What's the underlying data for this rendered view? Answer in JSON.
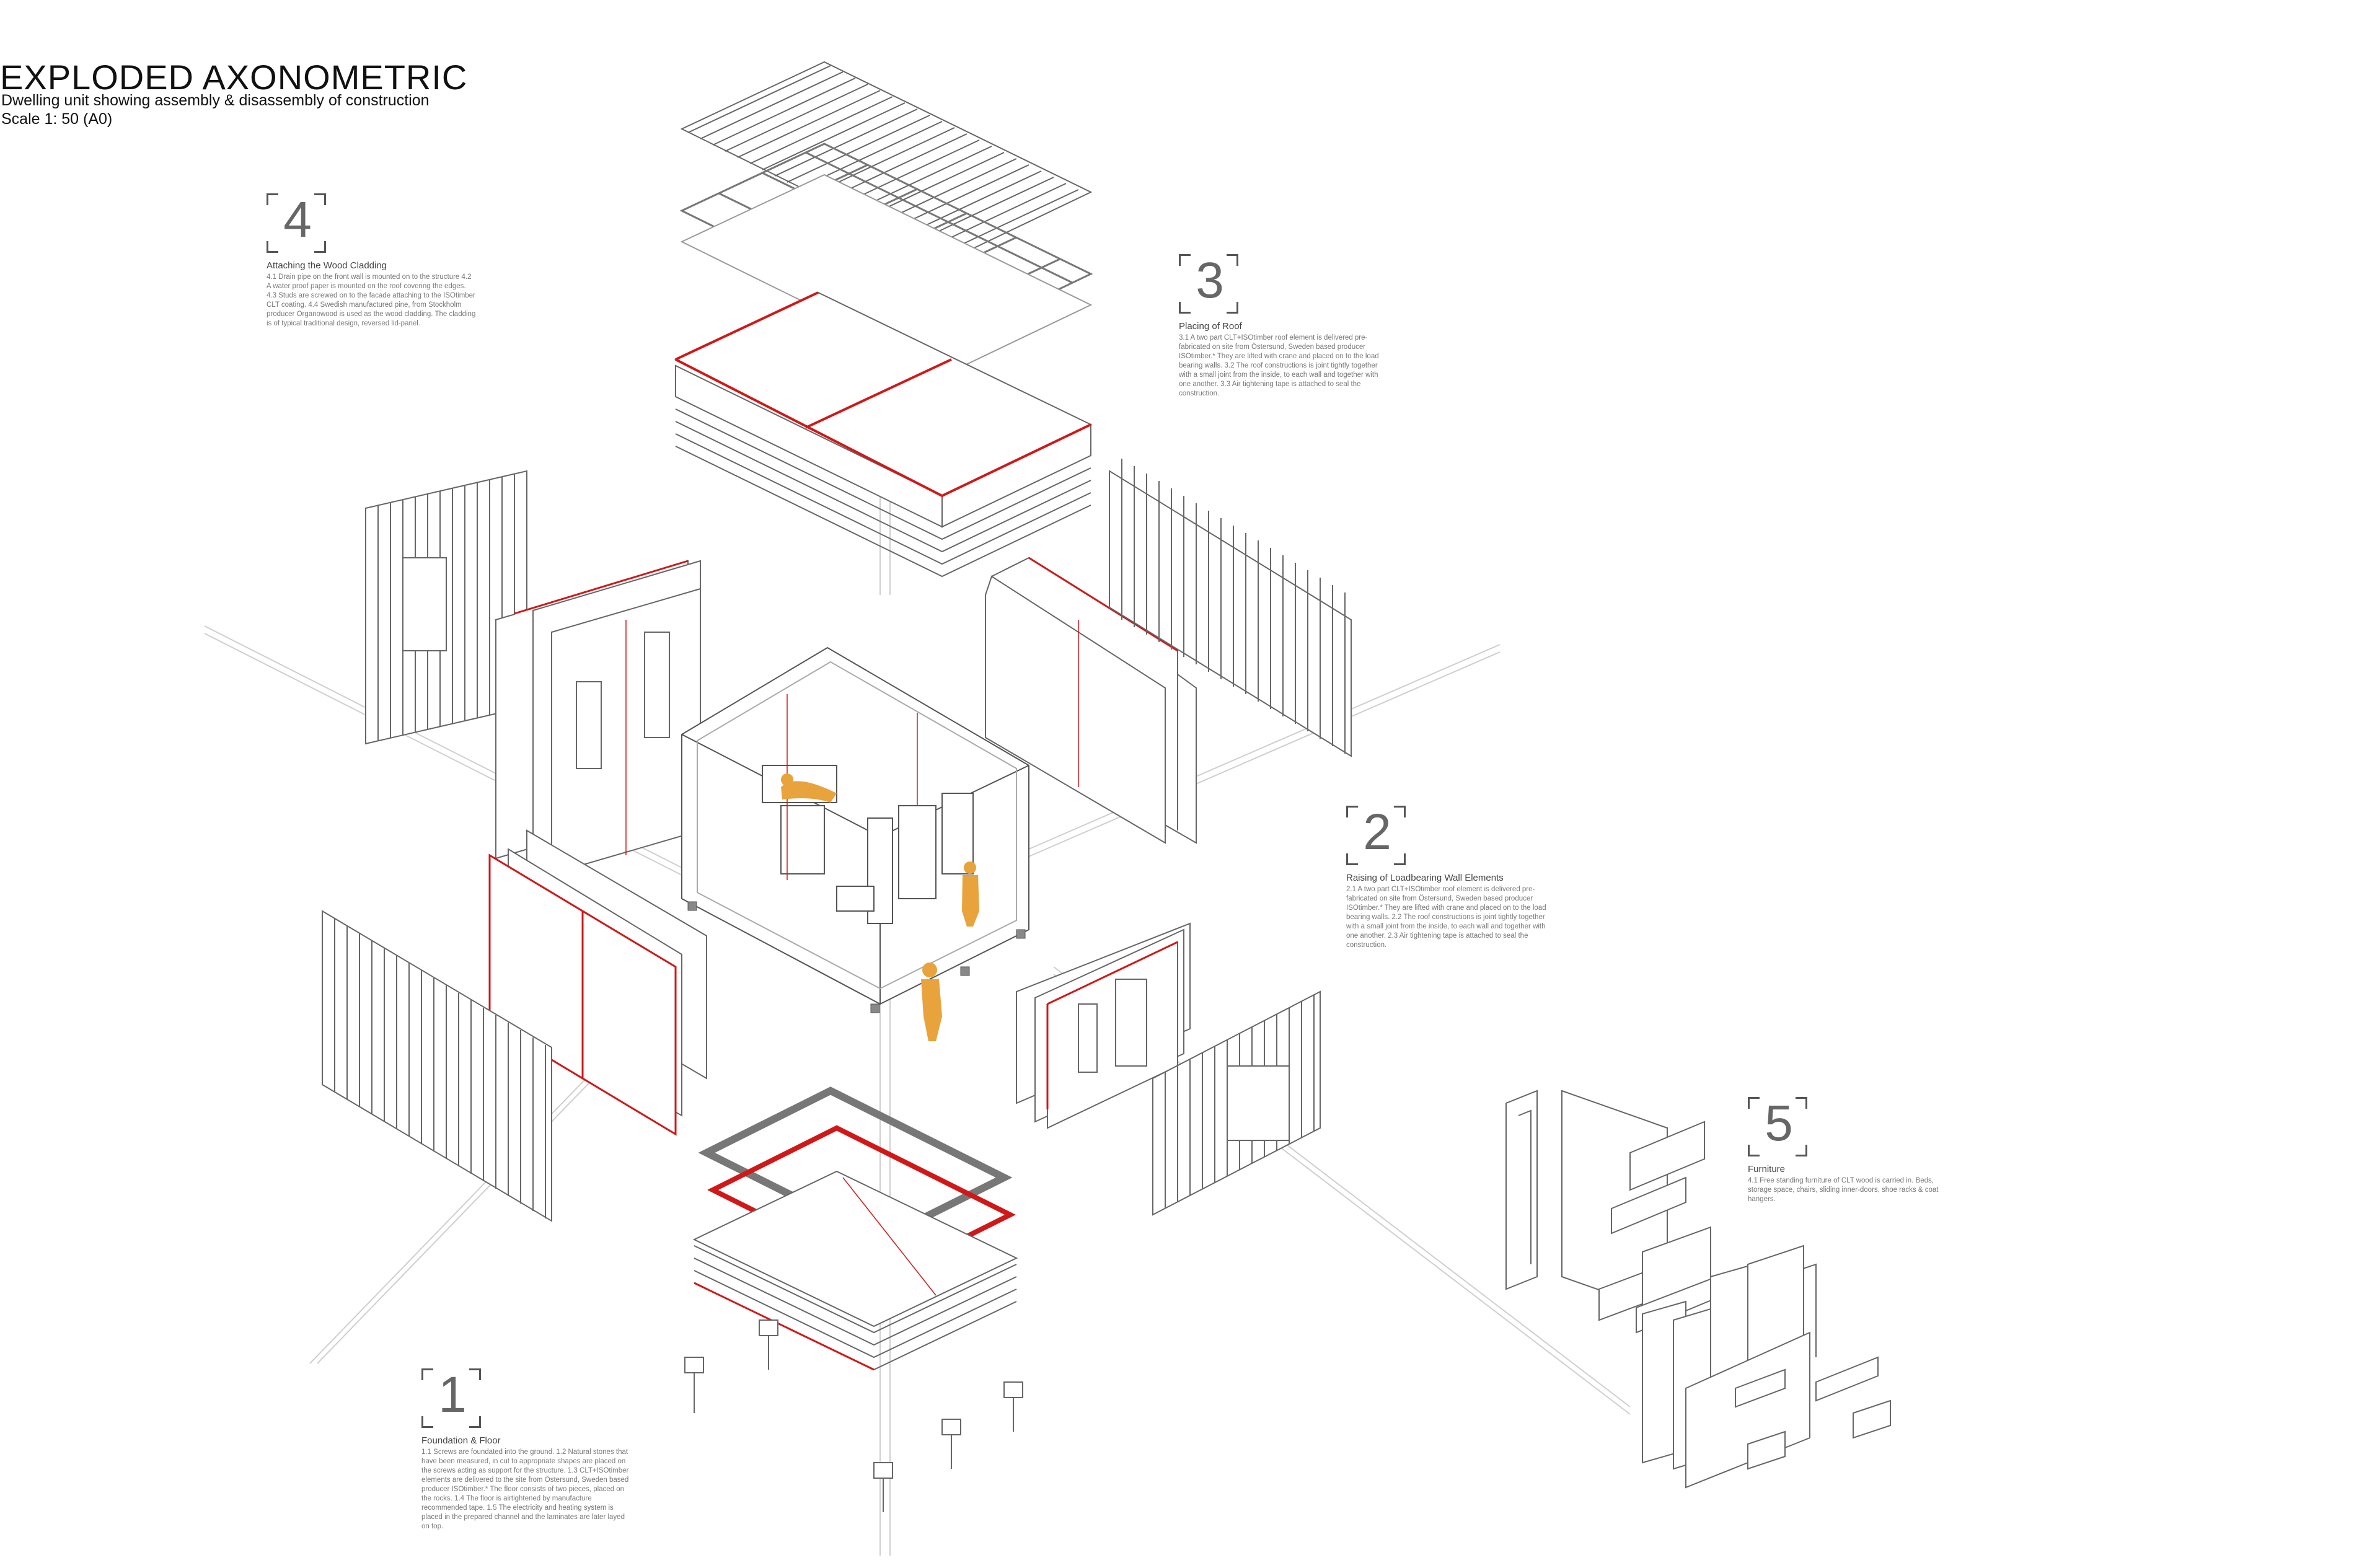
{
  "header": {
    "title": "EXPLODED AXONOMETRIC",
    "subtitle": "Dwelling unit showing assembly & disassembly of construction",
    "scale": "Scale 1: 50 (A0)"
  },
  "steps": [
    {
      "number": "1",
      "title": "Foundation & Floor",
      "text": "1.1 Screws are foundated into the ground. 1.2 Natural stones that have been measured, in cut to appropriate shapes are placed on the screws acting as support for the structure. 1.3 CLT+ISOtimber elements are delivered to the site from Östersund, Sweden based producer ISOtimber.* The floor consists of two pieces, placed on the rocks. 1.4 The floor is airtightened by manufacture recommended tape. 1.5 The electricity and heating system is placed in the prepared channel and the laminates are later layed on top."
    },
    {
      "number": "2",
      "title": "Raising of Loadbearing Wall Elements",
      "text": "2.1 A two part CLT+ISOtimber roof element is delivered pre-fabricated on site from Östersund, Sweden based producer ISOtimber.* They are lifted with crane and placed on to the load bearing walls. 2.2 The roof constructions is joint tightly together with a small joint from the inside, to each wall and together with one another. 2.3 Air tightening tape is attached to seal the construction."
    },
    {
      "number": "3",
      "title": "Placing of Roof",
      "text": "3.1 A two part CLT+ISOtimber roof element is delivered pre-fabricated on site from Östersund, Sweden based producer ISOtimber.* They are lifted with crane and placed on to the load bearing walls. 3.2 The roof constructions is joint tightly together with a small joint from the inside, to each wall and together with one another. 3.3 Air tightening tape is attached to seal the construction."
    },
    {
      "number": "4",
      "title": "Attaching the Wood Cladding",
      "text": "4.1 Drain pipe on the front wall is mounted on to the structure 4.2 A water proof paper is mounted on the roof covering the edges. 4.3 Studs are screwed on to the facade attaching to the ISOtimber CLT coating. 4.4 Swedish manufactured pine, from Stockholm producer Organowood is used as the wood cladding. The cladding is of typical traditional design, reversed lid-panel."
    },
    {
      "number": "5",
      "title": "Furniture",
      "text": "4.1 Free standing furniture of CLT wood is carried in. Beds, storage space, chairs, sliding inner-doors, shoe racks & coat hangers."
    }
  ],
  "colors": {
    "accent": "#d01818",
    "figure": "#e8a33c",
    "line": "#5a5a5a",
    "light": "#b5b5b5"
  }
}
